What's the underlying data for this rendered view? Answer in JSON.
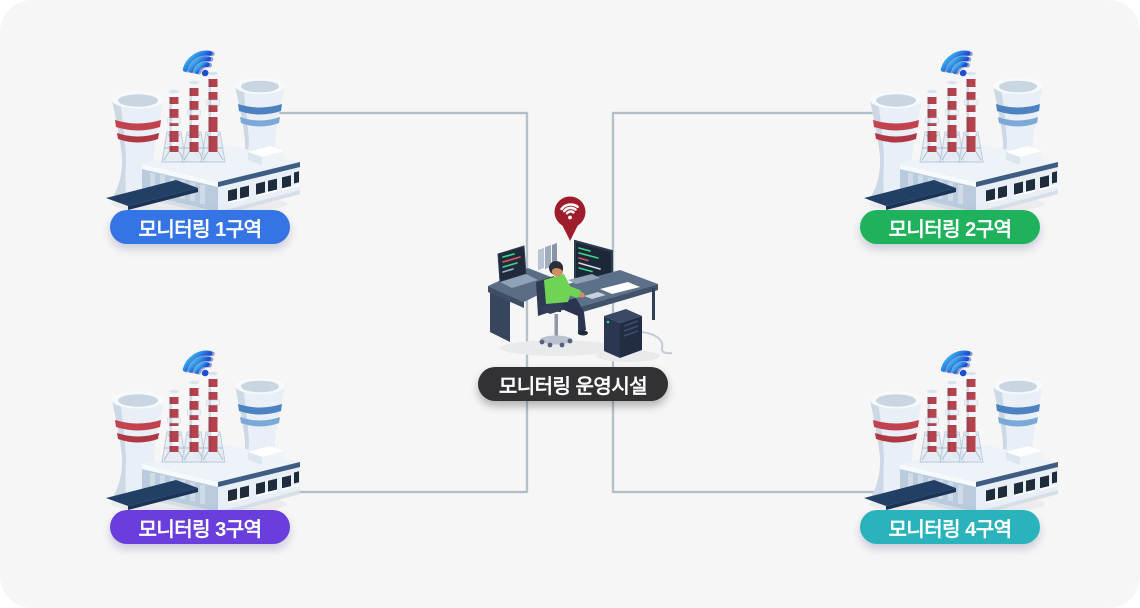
{
  "page": {
    "background": "#ffffff",
    "card_background": "#f6f6f7",
    "connector_color": "#a2b2bc"
  },
  "zones": [
    {
      "label": "모니터링 1구역",
      "badge_color": "#3574e4",
      "position": "top-left"
    },
    {
      "label": "모니터링 2구역",
      "badge_color": "#1fb15b",
      "position": "top-right"
    },
    {
      "label": "모니터링 3구역",
      "badge_color": "#6a3edc",
      "position": "bottom-left"
    },
    {
      "label": "모니터링 4구역",
      "badge_color": "#2bb3bb",
      "position": "bottom-right"
    }
  ],
  "center_facility": {
    "label": "모니터링 운영시설",
    "badge_color": "#323234",
    "pin_color": "#9e1d2c",
    "pin_icon": "wifi"
  },
  "icons": {
    "plant": "power-plant-with-wifi",
    "plant_wifi_gradient": [
      "#3bb1ee",
      "#1c4fd4"
    ],
    "center": "operator-at-monitoring-desk"
  }
}
